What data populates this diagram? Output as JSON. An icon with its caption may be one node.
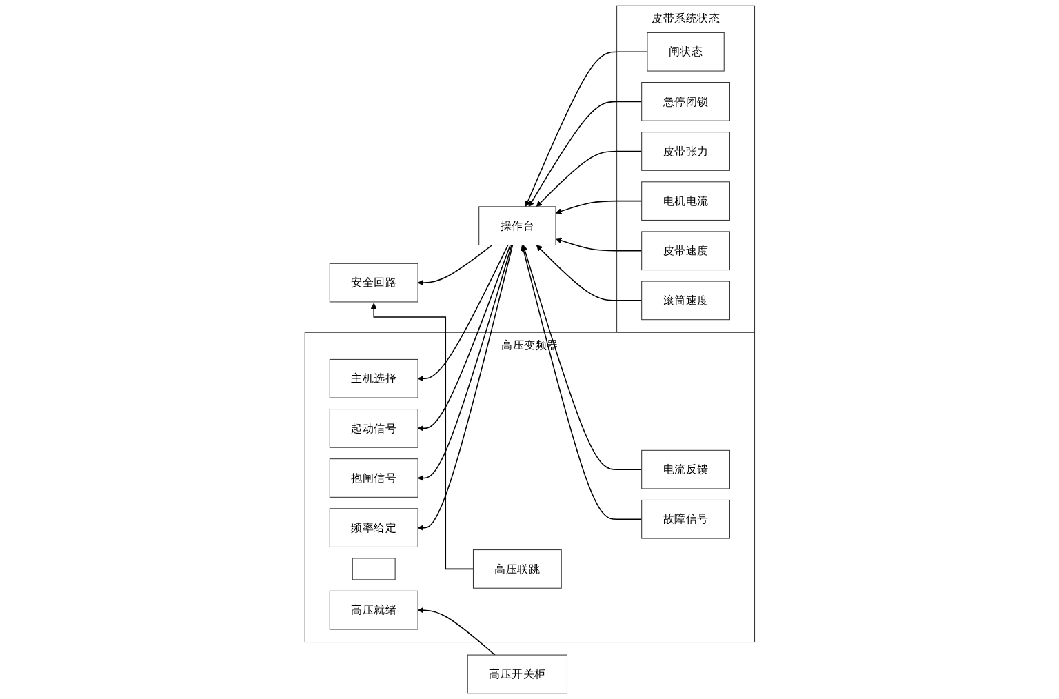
{
  "diagram": {
    "nodes": [
      {
        "text": [
          "高压变频器"
        ]
      },
      {
        "text": [
          "主机选择"
        ],
        "in": 0
      },
      {
        "text": [
          "起动信号"
        ],
        "in": 0
      },
      {
        "text": [
          "抱闸信号"
        ],
        "in": 0
      },
      {
        "text": [
          "频率给定"
        ],
        "in": 0
      },
      {
        "text": [
          "电流反馈"
        ],
        "in": 0
      },
      {
        "text": [
          "故障信号"
        ],
        "in": 0
      },
      {
        "text": [],
        "shape": "box",
        "in": 0
      },
      {
        "text": [
          "高压就绪"
        ],
        "in": 0
      },
      {
        "text": [
          "高压联跳"
        ],
        "in": 0
      },
      {
        "text": [
          "操作台"
        ]
      },
      {
        "text": [
          "高压开关柜"
        ]
      },
      {
        "text": [
          "安全回路"
        ]
      },
      {
        "text": [
          "皮带系统状态"
        ]
      },
      {
        "text": [
          "闸状态"
        ],
        "in": 13
      },
      {
        "text": [
          "急停闭锁"
        ],
        "in": 13
      },
      {
        "text": [
          "皮带张力"
        ],
        "in": 13
      },
      {
        "text": [
          "电机电流"
        ],
        "in": 13
      },
      {
        "text": [
          "皮带速度"
        ],
        "in": 13
      },
      {
        "text": [
          "滚筒速度"
        ],
        "in": 13
      }
    ],
    "edges": [
      {
        "from": 10,
        "to": 1,
        "arrow": "to"
      },
      {
        "from": 10,
        "to": 2,
        "arrow": "to"
      },
      {
        "from": 10,
        "to": 3,
        "arrow": "to"
      },
      {
        "from": 10,
        "to": 4,
        "arrow": "to"
      },
      {
        "from": 5,
        "to": 10,
        "arrow": "to"
      },
      {
        "from": 6,
        "to": 10,
        "arrow": "to"
      },
      {
        "from": 11,
        "to": 8,
        "arrow": "to"
      },
      {
        "from": 9,
        "to": 12,
        "arrow": "to"
      },
      {
        "from": 10,
        "to": 12,
        "arrow": "to"
      },
      {
        "from": 14,
        "to": 10,
        "arrow": "to"
      },
      {
        "from": 15,
        "to": 10,
        "arrow": "to"
      },
      {
        "from": 16,
        "to": 10,
        "arrow": "to"
      },
      {
        "from": 17,
        "to": 10,
        "arrow": "to"
      },
      {
        "from": 18,
        "to": 10,
        "arrow": "to"
      },
      {
        "from": 19,
        "to": 10,
        "arrow": "to"
      }
    ]
  }
}
